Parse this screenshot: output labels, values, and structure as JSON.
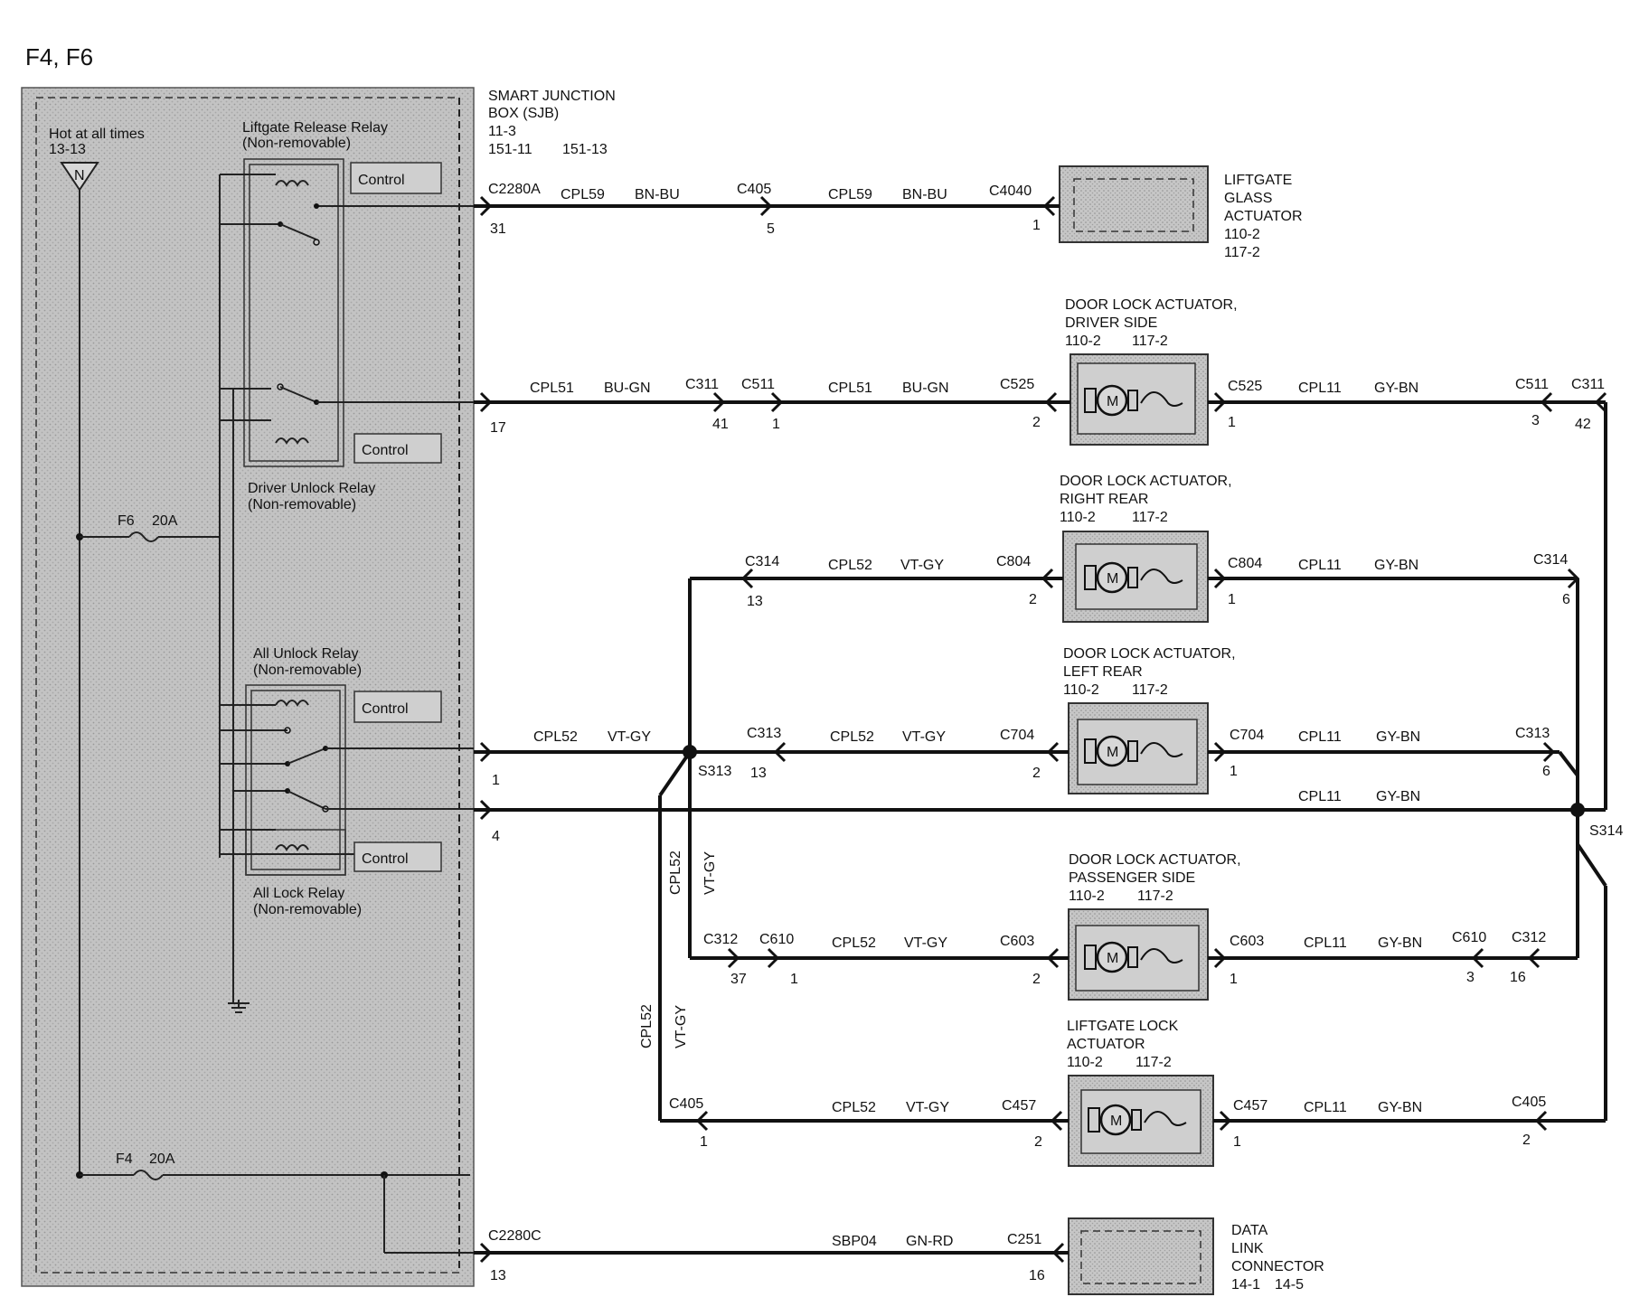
{
  "title": "F4, F6",
  "sjb": {
    "name_line1": "SMART  JUNCTION",
    "name_line2": "BOX (SJB)",
    "ref1": "11-3",
    "ref2a": "151-11",
    "ref2b": "151-13",
    "hot_label": "Hot at all times",
    "hot_ref": "13-13",
    "hot_symbol": "N",
    "fuse_f6": "F6",
    "fuse_f6_rating": "20A",
    "fuse_f4": "F4",
    "fuse_f4_rating": "20A",
    "relay1_line1": "Liftgate Release Relay",
    "relay1_line2": "(Non-removable)",
    "relay2_line1": "Driver Unlock Relay",
    "relay2_line2": "(Non-removable)",
    "relay3_line1": "All Unlock Relay",
    "relay3_line2": "(Non-removable)",
    "relay4_line1": "All Lock Relay",
    "relay4_line2": "(Non-removable)",
    "control": "Control"
  },
  "components": {
    "liftgate_glass": [
      "LIFTGATE",
      "GLASS",
      "ACTUATOR",
      "110-2",
      "117-2"
    ],
    "driver": {
      "l1": "DOOR LOCK    ACTUATOR,",
      "l2": "DRIVER SIDE",
      "r1": "110-2",
      "r2": "117-2"
    },
    "right_rear": {
      "l1": "DOOR LOCK    ACTUATOR,",
      "l2": "RIGHT REAR",
      "r1": "110-2",
      "r2": "117-2"
    },
    "left_rear": {
      "l1": "DOOR LOCK    ACTUATOR,",
      "l2": "LEFT REAR",
      "r1": "110-2",
      "r2": "117-2"
    },
    "passenger": {
      "l1": "DOOR LOCK   ACTUATOR,",
      "l2": "PASSENGER SIDE",
      "r1": "110-2",
      "r2": "117-2"
    },
    "liftgate_lock": {
      "l1": "LIFTGATE   LOCK",
      "l2": "ACTUATOR",
      "r1": "110-2",
      "r2": "117-2"
    },
    "dlc": [
      "DATA",
      "LINK",
      "CONNECTOR",
      "14-1",
      "14-5"
    ],
    "motor": "M"
  },
  "wires": {
    "row1": {
      "c_sjb": "C2280A",
      "pin_sjb": "31",
      "circ": "CPL59",
      "color": "BN-BU",
      "c_mid": "C405",
      "pin_mid": "5",
      "circ2": "CPL59",
      "color2": "BN-BU",
      "c_end": "C4040",
      "pin_end": "1"
    },
    "row2": {
      "pin_sjb": "17",
      "circ": "CPL51",
      "color": "BU-GN",
      "c1": "C311",
      "p1": "41",
      "c2": "C511",
      "p2": "1",
      "circ2": "CPL51",
      "color2": "BU-GN",
      "c_act": "C525",
      "p_act": "2",
      "c_out": "C525",
      "p_out": "1",
      "circ3": "CPL11",
      "color3": "GY-BN",
      "c3": "C511",
      "p3": "3",
      "c4": "C311",
      "p4": "42"
    },
    "row3": {
      "c_l": "C314",
      "p_l": "13",
      "circ": "CPL52",
      "color": "VT-GY",
      "c_act": "C804",
      "p_act": "2",
      "c_out": "C804",
      "p_out": "1",
      "circ2": "CPL11",
      "color2": "GY-BN",
      "c_r": "C314",
      "p_r": "6"
    },
    "row4": {
      "pin_sjb": "1",
      "circ": "CPL52",
      "color": "VT-GY",
      "splice": "S313",
      "c_l": "C313",
      "p_l": "13",
      "circ2": "CPL52",
      "color2": "VT-GY",
      "c_act": "C704",
      "p_act": "2",
      "c_out": "C704",
      "p_out": "1",
      "circ3": "CPL11",
      "color3": "GY-BN",
      "c_r": "C313",
      "p_r": "6"
    },
    "row5": {
      "pin_sjb": "4",
      "circ": "CPL11",
      "color": "GY-BN",
      "splice": "S314"
    },
    "vert1": {
      "circ": "CPL52",
      "color": "VT-GY"
    },
    "vert2": {
      "circ": "CPL52",
      "color": "VT-GY"
    },
    "row6": {
      "c1": "C312",
      "p1": "37",
      "c2": "C610",
      "p2": "1",
      "circ": "CPL52",
      "color": "VT-GY",
      "c_act": "C603",
      "p_act": "2",
      "c_out": "C603",
      "p_out": "1",
      "circ2": "CPL11",
      "color2": "GY-BN",
      "c3": "C610",
      "p3": "3",
      "c4": "C312",
      "p4": "16"
    },
    "row7": {
      "c_l": "C405",
      "p_l": "1",
      "circ": "CPL52",
      "color": "VT-GY",
      "c_act": "C457",
      "p_act": "2",
      "c_out": "C457",
      "p_out": "1",
      "circ2": "CPL11",
      "color2": "GY-BN",
      "c_r": "C405",
      "p_r": "2"
    },
    "row8": {
      "c_sjb": "C2280C",
      "pin_sjb": "13",
      "circ": "SBP04",
      "color": "GN-RD",
      "c_end": "C251",
      "pin_end": "16"
    }
  }
}
